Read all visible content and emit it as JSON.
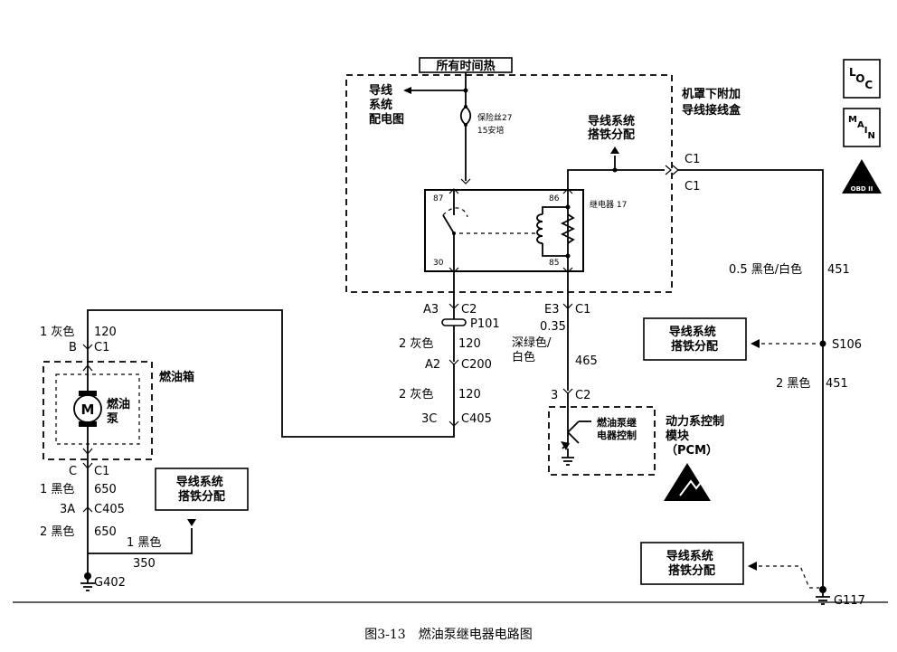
{
  "caption": "图3-13　燃油泵继电器电路图",
  "hot_label": "所有时间热",
  "harness_block": "导线\n系统\n配电图",
  "fuse_name": "保险丝27",
  "fuse_rating": "15安培",
  "ground_dist": "导线系统\n搭铁分配",
  "box_title": "机罩下附加\n导线接线盒",
  "relay_label": "继电器 17",
  "relay_terms": {
    "t87": "87",
    "t86": "86",
    "t30": "30",
    "t85": "85"
  },
  "conn_c1_top": "C1",
  "conn_c1_out": "C1",
  "wire_451_top": "0.5 黑色/白色",
  "wire_451_num": "451",
  "splice": "S106",
  "wire_451_bot": "2 黑色",
  "wire_451_bot_num": "451",
  "ground_g117": "G117",
  "center": {
    "a3": "A3",
    "c2": "C2",
    "p101": "P101",
    "w1": "2 灰色",
    "w1n": "120",
    "a2": "A2",
    "c200": "C200",
    "w2": "2 灰色",
    "w2n": "120",
    "c3": "3C",
    "c405": "C405"
  },
  "right": {
    "e3": "E3",
    "c1": "C1",
    "gauge": "0.35",
    "color": "深绿色/\n白色",
    "num": "465",
    "pin": "3",
    "c2": "C2",
    "pcm_inner": "燃油泵继\n电器控制",
    "pcm": "动力系控制\n模块\n（PCM）"
  },
  "left": {
    "w_top": "1 灰色",
    "w_top_n": "120",
    "b": "B",
    "c1": "C1",
    "tank": "燃油箱",
    "motor": "M",
    "pump": "燃油\n泵",
    "c": "C",
    "c1b": "C1",
    "w_mid": "1 黑色",
    "w_mid_n": "650",
    "a3": "3A",
    "c405": "C405",
    "w_low": "2 黑色",
    "w_low_n": "650",
    "w_g": "1 黑色",
    "w_g_n": "350",
    "ground": "G402"
  },
  "icons": [
    "loc-icon",
    "main-icon",
    "obd-ii-icon",
    "esd-warning-icon"
  ],
  "icon_text": {
    "loc": "LOC",
    "main": "MAIN",
    "obd": "OBD II"
  }
}
